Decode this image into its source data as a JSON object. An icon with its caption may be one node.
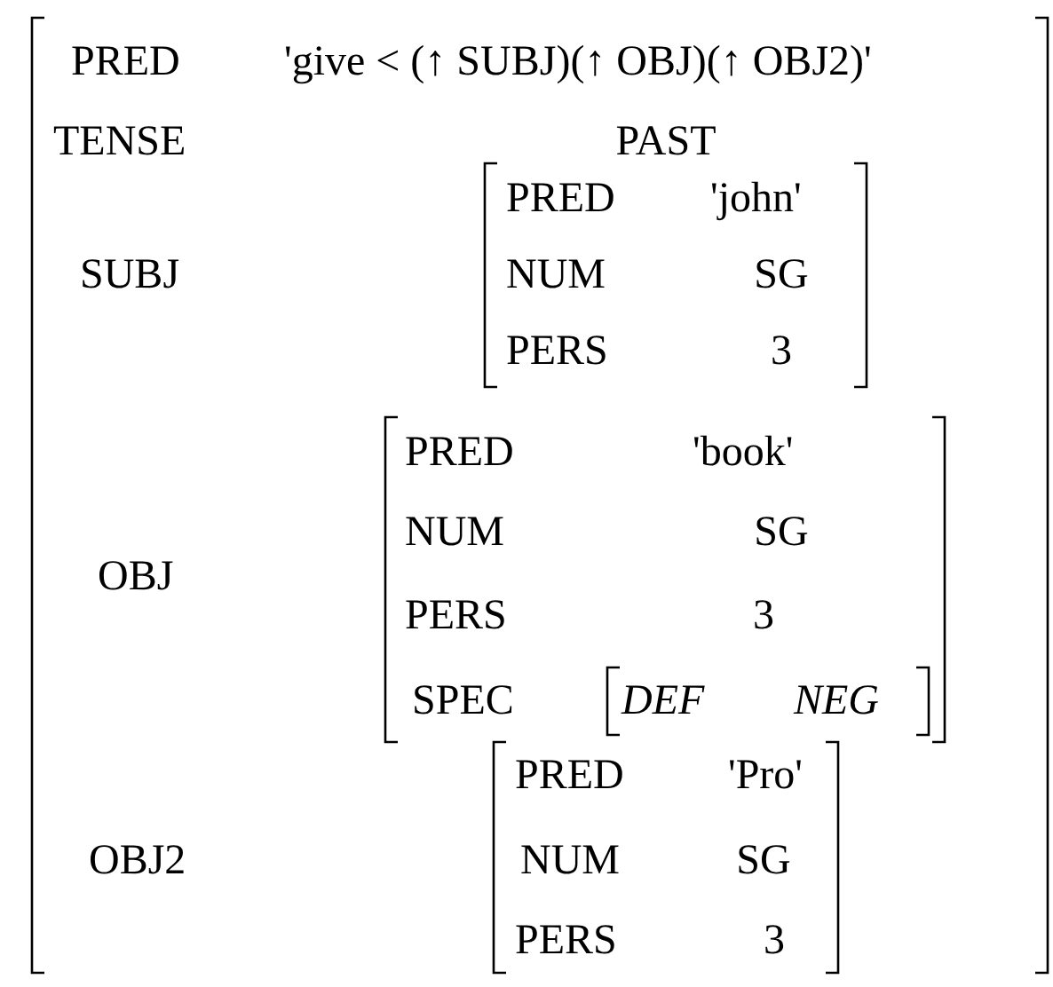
{
  "diagram": {
    "labels": [
      "PRED",
      "'give < (↑ SUBJ)(↑ OBJ)(↑ OBJ2)'",
      "TENSE",
      "PAST",
      "PRED",
      "'john'",
      "SUBJ",
      "NUM",
      "SG",
      "PERS",
      "3",
      "PRED",
      "'book'",
      "NUM",
      "SG",
      "OBJ",
      "PERS",
      "3",
      "SPEC",
      "DEF",
      "NEG",
      "PRED",
      "'Pro'",
      "OBJ2",
      "NUM",
      "SG",
      "PERS",
      "3"
    ]
  }
}
